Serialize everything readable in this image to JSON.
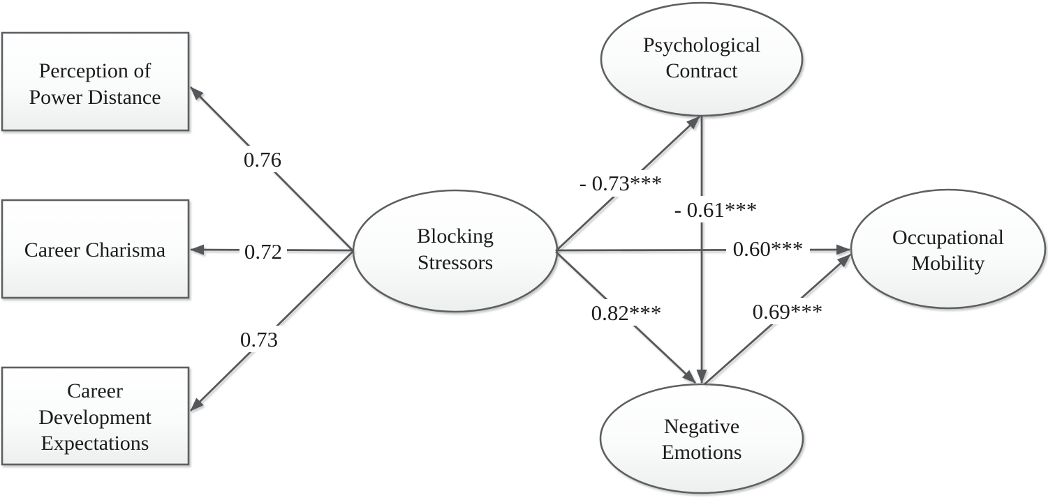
{
  "figure": {
    "type": "path-model-diagram",
    "colors": {
      "background": "#ffffff",
      "shape_stroke": "#5d6062",
      "line_stroke": "#55585a",
      "text": "#1c1c1c",
      "fill_top": "#ffffff",
      "fill_bottom": "#edefef"
    },
    "nodes": {
      "perception_of_power_distance": {
        "shape": "rectangle",
        "lines": [
          "Perception of",
          "Power Distance"
        ]
      },
      "career_charisma": {
        "shape": "rectangle",
        "lines": [
          "Career Charisma"
        ]
      },
      "career_development_expectations": {
        "shape": "rectangle",
        "lines": [
          "Career",
          "Development",
          "Expectations"
        ]
      },
      "blocking_stressors": {
        "shape": "ellipse",
        "lines": [
          "Blocking",
          "Stressors"
        ]
      },
      "psychological_contract": {
        "shape": "ellipse",
        "lines": [
          "Psychological",
          "Contract"
        ]
      },
      "negative_emotions": {
        "shape": "ellipse",
        "lines": [
          "Negative",
          "Emotions"
        ]
      },
      "occupational_mobility": {
        "shape": "ellipse",
        "lines": [
          "Occupational",
          "Mobility"
        ]
      }
    },
    "edges": {
      "bs_to_perception": {
        "from": "blocking_stressors",
        "to": "perception_of_power_distance",
        "label": "0.76"
      },
      "bs_to_charisma": {
        "from": "blocking_stressors",
        "to": "career_charisma",
        "label": "0.72"
      },
      "bs_to_expectations": {
        "from": "blocking_stressors",
        "to": "career_development_expectations",
        "label": "0.73"
      },
      "bs_to_contract": {
        "from": "blocking_stressors",
        "to": "psychological_contract",
        "label": "- 0.73***"
      },
      "contract_to_emotions": {
        "from": "psychological_contract",
        "to": "negative_emotions",
        "label": "- 0.61***"
      },
      "bs_to_mobility": {
        "from": "blocking_stressors",
        "to": "occupational_mobility",
        "label": "0.60***"
      },
      "bs_to_emotions": {
        "from": "blocking_stressors",
        "to": "negative_emotions",
        "label": "0.82***"
      },
      "emotions_to_mobility": {
        "from": "negative_emotions",
        "to": "occupational_mobility",
        "label": "0.69***"
      }
    }
  }
}
